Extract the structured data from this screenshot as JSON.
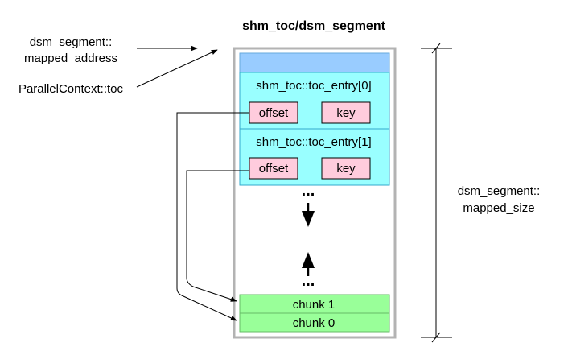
{
  "diagram": {
    "title": "shm_toc/dsm_segment",
    "labels": {
      "mapped_address_line1": "dsm_segment::",
      "mapped_address_line2": "mapped_address",
      "parallel_context_toc": "ParallelContext::toc",
      "mapped_size_line1": "dsm_segment::",
      "mapped_size_line2": "mapped_size"
    },
    "toc_entries": [
      {
        "label": "shm_toc::toc_entry[0]",
        "offset_label": "offset",
        "key_label": "key"
      },
      {
        "label": "shm_toc::toc_entry[1]",
        "offset_label": "offset",
        "key_label": "key"
      }
    ],
    "ellipsis_top": "...",
    "ellipsis_bottom": "...",
    "chunks": [
      {
        "label": "chunk 1"
      },
      {
        "label": "chunk 0"
      }
    ],
    "colors": {
      "segment_border": "#b3b3b3",
      "header_fill": "#99ccff",
      "entry_fill": "#99ffff",
      "entry_border": "#33aacc",
      "field_fill": "#ffccdd",
      "chunk_fill": "#99ff99",
      "chunk_border": "#66bb66"
    }
  }
}
